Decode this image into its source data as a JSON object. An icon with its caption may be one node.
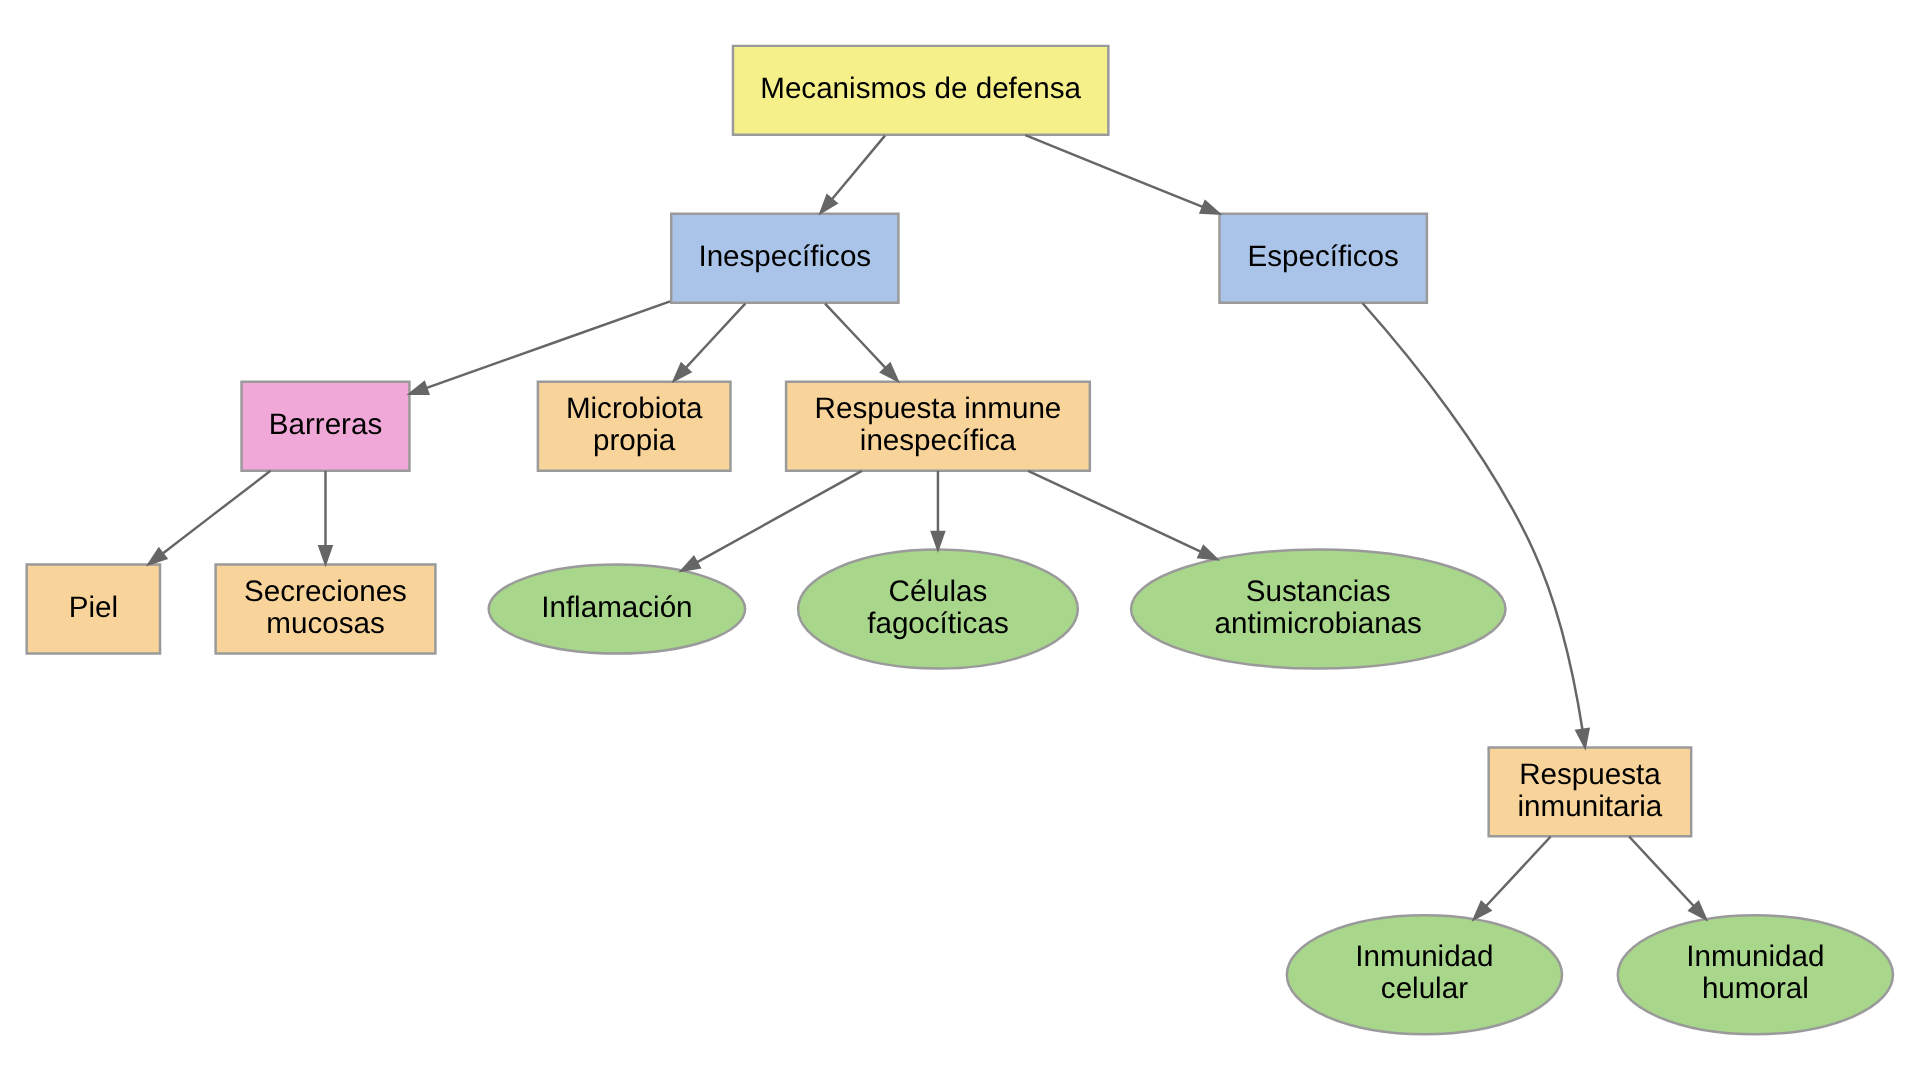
{
  "diagram": {
    "nodes": [
      {
        "text": [
          "Mecanismos de defensa"
        ]
      },
      {
        "text": [
          "Inespecíficos"
        ]
      },
      {
        "text": [
          "Específicos"
        ]
      },
      {
        "text": [
          "Barreras"
        ]
      },
      {
        "text": [
          "Piel"
        ]
      },
      {
        "text": [
          "Secreciones mucosas"
        ]
      },
      {
        "text": [
          "Microbiota propia"
        ]
      },
      {
        "text": [
          "Respuesta inmune inespecífica"
        ]
      },
      {
        "text": [
          "Inflamación"
        ]
      },
      {
        "text": [
          "Células fagocíticas"
        ]
      },
      {
        "text": [
          "Sustancias antimicrobianas"
        ]
      },
      {
        "text": [
          "Respuesta inmunitaria"
        ]
      },
      {
        "text": [
          "Inmunidad celular"
        ]
      },
      {
        "text": [
          "Inmunidad humoral"
        ]
      }
    ],
    "edges": [
      {
        "from": 0,
        "to": 1,
        "arrow": "to"
      },
      {
        "from": 0,
        "to": 2,
        "arrow": "to"
      },
      {
        "from": 1,
        "to": 3,
        "arrow": "to"
      },
      {
        "from": 3,
        "to": 4,
        "arrow": "to"
      },
      {
        "from": 3,
        "to": 5,
        "arrow": "to"
      },
      {
        "from": 1,
        "to": 6,
        "arrow": "to"
      },
      {
        "from": 1,
        "to": 7,
        "arrow": "to"
      },
      {
        "from": 7,
        "to": 8,
        "arrow": "to"
      },
      {
        "from": 7,
        "to": 9,
        "arrow": "to"
      },
      {
        "from": 7,
        "to": 10,
        "arrow": "to"
      },
      {
        "from": 2,
        "to": 11,
        "arrow": "to"
      },
      {
        "from": 11,
        "to": 12,
        "arrow": "to"
      },
      {
        "from": 11,
        "to": 13,
        "arrow": "to"
      }
    ]
  }
}
